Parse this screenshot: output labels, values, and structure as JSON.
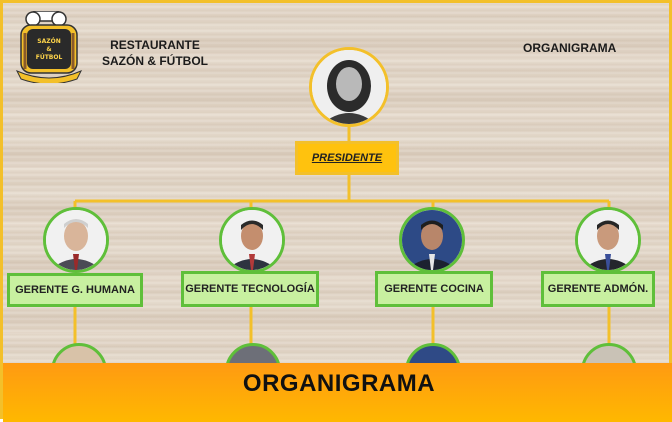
{
  "header": {
    "restaurant_line1": "RESTAURANTE",
    "restaurant_line2": "SAZÓN & FÚTBOL",
    "corner_title": "ORGANIGRAMA"
  },
  "logo": {
    "line1": "SAZÓN",
    "line2": "&",
    "line3": "FÚTBOL"
  },
  "president": {
    "label": "PRESIDENTE"
  },
  "managers": [
    {
      "label": "GERENTE G. HUMANA"
    },
    {
      "label": "GERENTE TECNOLOGÍA"
    },
    {
      "label": "GERENTE COCINA"
    },
    {
      "label": "GERENTE ADMÓN."
    }
  ],
  "footer": {
    "title": "ORGANIGRAMA"
  },
  "colors": {
    "accent": "#ffc20e",
    "node_fill": "#c8f0a0",
    "node_border": "#5fbf3a",
    "footer": "#ffa50a"
  }
}
